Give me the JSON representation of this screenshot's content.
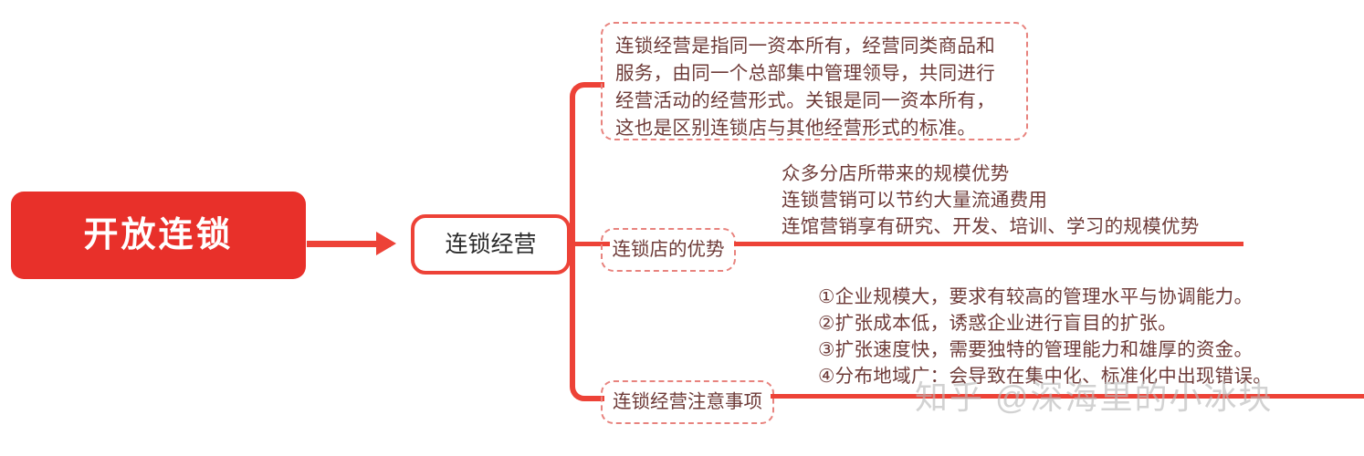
{
  "root": {
    "label": "开放连锁",
    "color": "#e8302a",
    "text_color": "#ffffff"
  },
  "connector": {
    "color": "#ed4237",
    "arrow_icon": "arrow-right-icon"
  },
  "level1": {
    "label": "连锁经营",
    "border_color": "#ed4237",
    "text_color": "#2b2b2b"
  },
  "branches": {
    "description": {
      "text": "连锁经营是指同一资本所有，经营同类商品和服务，由同一个总部集中管理领导，共同进行经营活动的经营形式。关银是同一资本所有，这也是区别连锁店与其他经营形式的标准。",
      "border_color": "#e8837e",
      "text_color": "#6e3b38"
    },
    "advantages": {
      "label": "连锁店的优势",
      "lines": [
        "众多分店所带来的规模优势",
        "连锁营销可以节约大量流通费用",
        "连馆营销享有研究、开发、培训、学习的规模优势"
      ]
    },
    "notes": {
      "label": "连锁经营注意事项",
      "lines": [
        "①企业规模大，要求有较高的管理水平与协调能力。",
        "②扩张成本低，诱惑企业进行盲目的扩张。",
        "③扩张速度快，需要独特的管理能力和雄厚的资金。",
        "④分布地域广：会导致在集中化、标准化中出现错误。"
      ]
    }
  },
  "watermark": {
    "text": "知乎 @深海里的小冰块",
    "color": "#b8b8b8"
  }
}
